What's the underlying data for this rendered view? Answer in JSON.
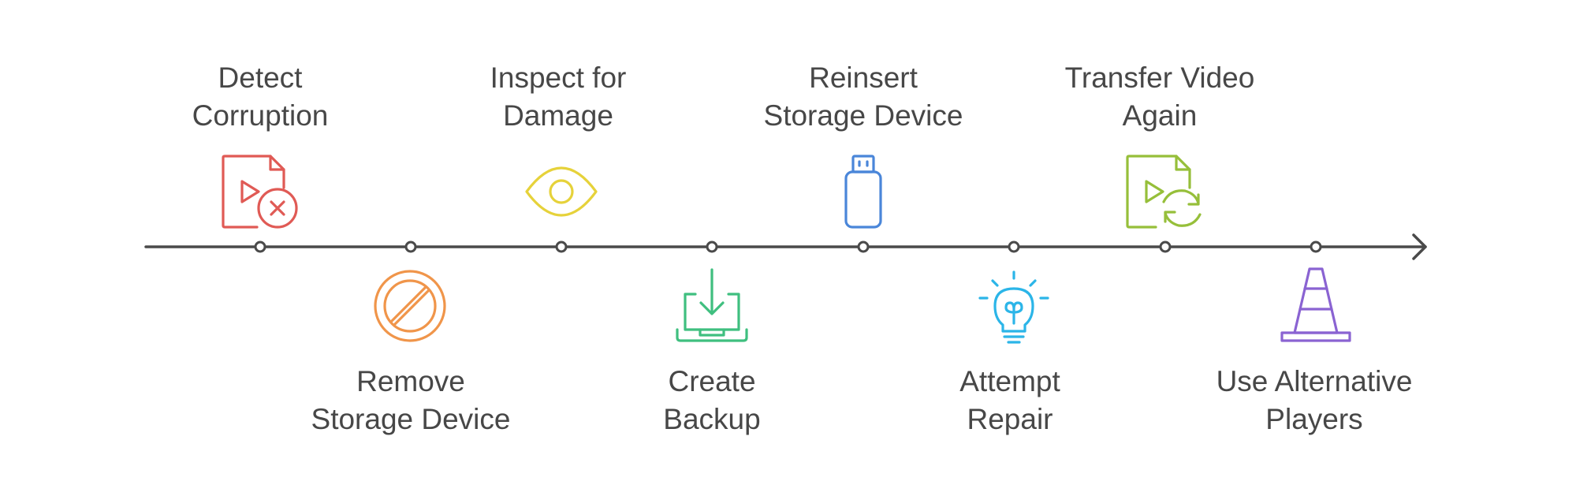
{
  "steps": [
    {
      "label": "Detect\nCorruption",
      "position": "top",
      "color": "#e05a55",
      "icon": "corrupted-video-file-icon"
    },
    {
      "label": "Remove\nStorage Device",
      "position": "bottom",
      "color": "#f0954a",
      "icon": "prohibited-icon"
    },
    {
      "label": "Inspect for\nDamage",
      "position": "top",
      "color": "#e6d23a",
      "icon": "eye-icon"
    },
    {
      "label": "Create\nBackup",
      "position": "bottom",
      "color": "#3fbf7f",
      "icon": "laptop-download-icon"
    },
    {
      "label": "Reinsert\nStorage Device",
      "position": "top",
      "color": "#4a86d9",
      "icon": "usb-drive-icon"
    },
    {
      "label": "Attempt\nRepair",
      "position": "bottom",
      "color": "#2bb5e8",
      "icon": "lightbulb-icon"
    },
    {
      "label": "Transfer Video\nAgain",
      "position": "top",
      "color": "#96bf3a",
      "icon": "video-file-refresh-icon"
    },
    {
      "label": "Use Alternative\nPlayers",
      "position": "bottom",
      "color": "#8a63d2",
      "icon": "traffic-cone-icon"
    }
  ],
  "line_color": "#4a4a4a"
}
